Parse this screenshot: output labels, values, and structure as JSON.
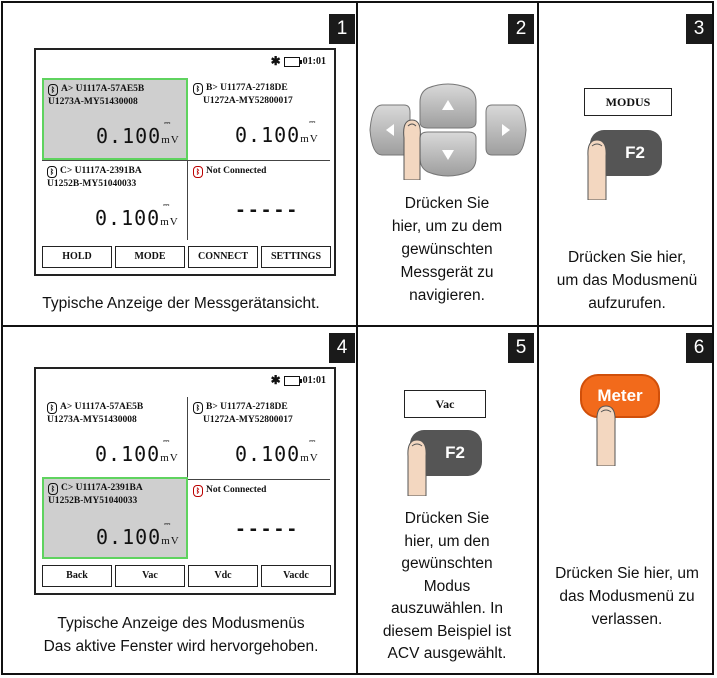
{
  "panels": [
    {
      "number": "1",
      "caption": "Typische Anzeige der Messgerätansicht."
    },
    {
      "number": "2",
      "caption_lines": [
        "Drücken Sie",
        "hier, um zu dem",
        "gewünschten",
        "Messgerät zu",
        "navigieren."
      ]
    },
    {
      "number": "3",
      "modus_label": "MODUS",
      "key_label": "F2",
      "caption_lines": [
        "Drücken Sie hier,",
        "um das Modusmenü",
        "aufzurufen."
      ]
    },
    {
      "number": "4",
      "caption_lines": [
        "Typische Anzeige des Modusmenüs",
        "Das aktive Fenster wird hervorgehoben."
      ]
    },
    {
      "number": "5",
      "mode_label": "Vac",
      "key_label": "F2",
      "caption_lines": [
        "Drücken Sie",
        "hier, um den",
        "gewünschten",
        "Modus",
        "auszuwählen. In",
        "diesem Beispiel ist",
        "ACV ausgewählt."
      ]
    },
    {
      "number": "6",
      "key_label": "Meter",
      "caption_lines": [
        "Drücken Sie hier, um",
        "das Modusmenü zu",
        "verlassen."
      ]
    }
  ],
  "screen": {
    "time": "01:01",
    "meters": [
      {
        "line1": "A> U1117A-57AE5B",
        "line2": "U1273A-MY51430008",
        "reading": "0.100",
        "unit": "mV"
      },
      {
        "line1": "B> U1177A-2718DE",
        "line2": "U1272A-MY52800017",
        "reading": "0.100",
        "unit": "mV"
      },
      {
        "line1": "C> U1117A-2391BA",
        "line2": "U1252B-MY51040033",
        "reading": "0.100",
        "unit": "mV"
      },
      {
        "line1": "Not Connected",
        "reading": "-----"
      }
    ],
    "softkeys_main": [
      "HOLD",
      "MODE",
      "CONNECT",
      "SETTINGS"
    ],
    "softkeys_mode": [
      "Back",
      "Vac",
      "Vdc",
      "Vacdc"
    ]
  }
}
